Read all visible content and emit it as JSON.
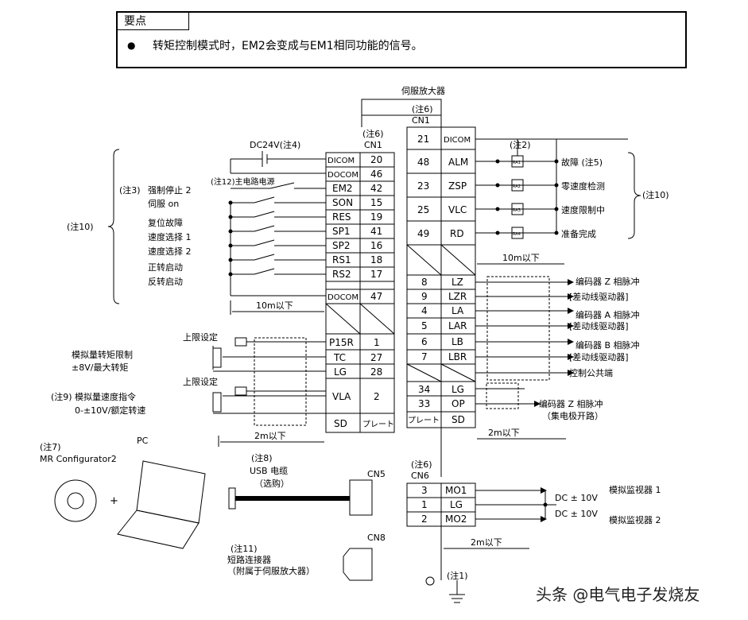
{
  "note": {
    "title": "要点",
    "bullet": "●",
    "text": "转矩控制模式时，EM2会变成与EM1相同功能的信号。"
  },
  "diagram": {
    "amp_title": "伺服放大器",
    "cn1_left_hdr1": "(注6)",
    "cn1_left_hdr2": "CN1",
    "cn1_right_hdr1": "(注6)",
    "cn1_right_hdr2": "CN1",
    "dc24v": "DC24V(注4)",
    "main_power": "(注12)主电路电源",
    "note10_left": "(注10)",
    "note10_right": "(注10)",
    "note3": "(注3)",
    "note2": "(注2)",
    "note5": "(注5)",
    "left_pins": [
      {
        "name": "DICOM",
        "num": "20"
      },
      {
        "name": "DOCOM",
        "num": "46"
      },
      {
        "name": "EM2",
        "num": "42"
      },
      {
        "name": "SON",
        "num": "15"
      },
      {
        "name": "RES",
        "num": "19"
      },
      {
        "name": "SP1",
        "num": "41"
      },
      {
        "name": "SP2",
        "num": "16"
      },
      {
        "name": "RS1",
        "num": "18"
      },
      {
        "name": "RS2",
        "num": "17"
      },
      {
        "name": "DOCOM",
        "num": "47"
      }
    ],
    "left_pins_analog": [
      {
        "name": "P15R",
        "num": "1"
      },
      {
        "name": "TC",
        "num": "27"
      },
      {
        "name": "LG",
        "num": "28"
      },
      {
        "name": "VLA",
        "num": "2"
      },
      {
        "name": "SD",
        "num": "プレート"
      }
    ],
    "right_pins": [
      {
        "num": "21",
        "name": "DICOM"
      },
      {
        "num": "48",
        "name": "ALM"
      },
      {
        "num": "23",
        "name": "ZSP"
      },
      {
        "num": "25",
        "name": "VLC"
      },
      {
        "num": "49",
        "name": "RD"
      }
    ],
    "right_pins_enc": [
      {
        "num": "8",
        "name": "LZ"
      },
      {
        "num": "9",
        "name": "LZR"
      },
      {
        "num": "4",
        "name": "LA"
      },
      {
        "num": "5",
        "name": "LAR"
      },
      {
        "num": "6",
        "name": "LB"
      },
      {
        "num": "7",
        "name": "LBR"
      },
      {
        "num": "34",
        "name": "LG"
      },
      {
        "num": "33",
        "name": "OP"
      },
      {
        "num": "プレート",
        "name": "SD"
      }
    ],
    "input_labels": [
      "强制停止 2",
      "伺服 on",
      "复位故障",
      "速度选择 1",
      "速度选择 2",
      "正转启动",
      "反转启动"
    ],
    "output_labels": [
      "故障 (注5)",
      "零速度检测",
      "速度限制中",
      "准备完成"
    ],
    "relays": [
      "RA1",
      "RA2",
      "RA3",
      "RA4"
    ],
    "enc_labels": [
      "编码器 Z 相脉冲",
      "[差动线驱动器]",
      "编码器 A 相脉冲",
      "[差动线驱动器]",
      "编码器 B 相脉冲",
      "[差动线驱动器]",
      "控制公共端",
      "编码器 Z 相脉冲",
      "（集电极开路）"
    ],
    "len_10m_left": "10m以下",
    "len_10m_right": "10m以下",
    "len_2m_left": "2m以下",
    "len_2m_right": "2m以下",
    "len_2m_cn6": "2m以下",
    "upper_limit_1": "上限设定",
    "upper_limit_2": "上限设定",
    "torque_limit_1": "模拟量转矩限制",
    "torque_limit_2": "±8V/最大转矩",
    "note9": "(注9)",
    "speed_cmd_1": "模拟量速度指令",
    "speed_cmd_2": "0-±10V/额定转速",
    "pc": "PC",
    "note7": "(注7)",
    "mr_config": "MR Configurator2",
    "plus": "+",
    "note8": "(注8)",
    "usb_cable": "USB 电缆",
    "usb_opt": "（选购）",
    "cn5": "CN5",
    "cn8": "CN8",
    "cn6_hdr1": "(注6)",
    "cn6_hdr2": "CN6",
    "cn6_pins": [
      {
        "num": "3",
        "name": "MO1"
      },
      {
        "num": "1",
        "name": "LG"
      },
      {
        "num": "2",
        "name": "MO2"
      }
    ],
    "dc10v_1": "DC ± 10V",
    "dc10v_2": "DC ± 10V",
    "monitor_1": "模拟监视器 1",
    "monitor_2": "模拟监视器 2",
    "note11": "(注11)",
    "short_conn": "短路连接器",
    "short_conn_2": "（附属于伺服放大器）",
    "note1": "(注1)"
  },
  "watermark": "头条 @电气电子发烧友"
}
